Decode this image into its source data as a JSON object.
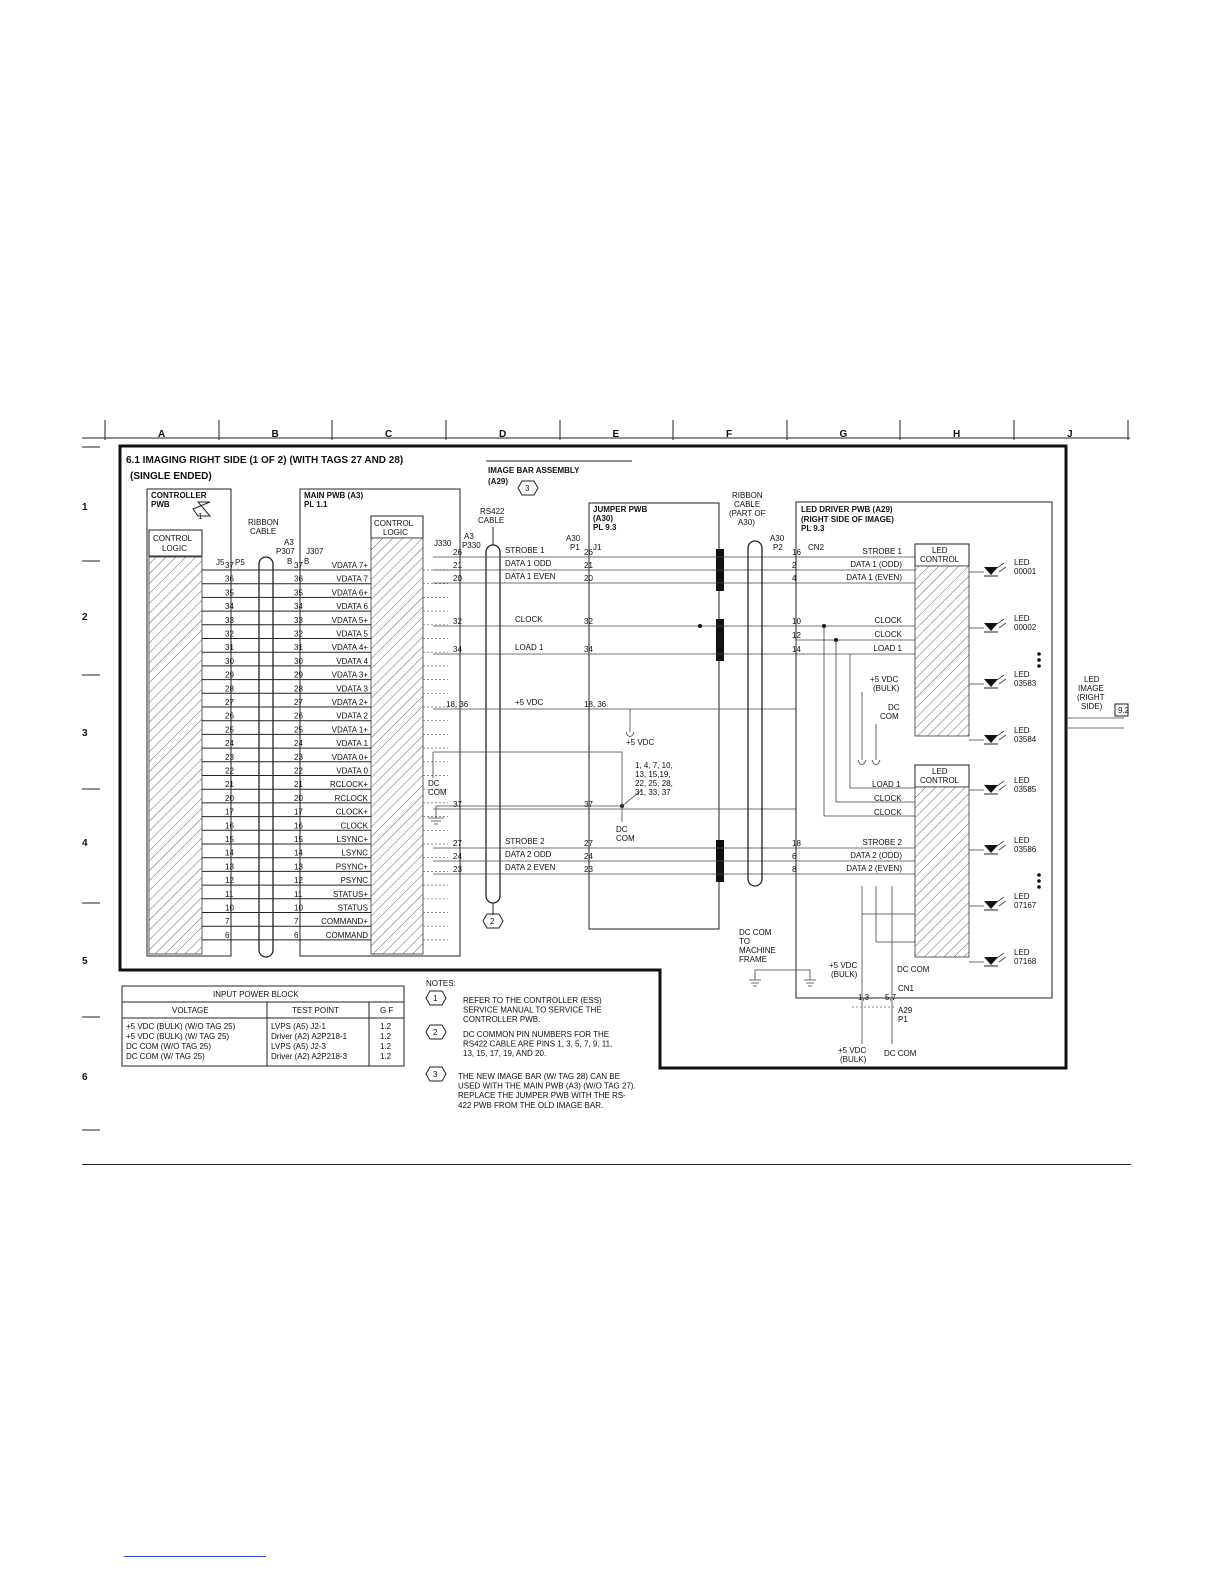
{
  "title": {
    "line1": "6.1 IMAGING RIGHT SIDE (1 OF 2) (WITH TAGS 27 AND 28)",
    "line2": "(SINGLE ENDED)"
  },
  "grid": {
    "columns": [
      "A",
      "B",
      "C",
      "D",
      "E",
      "F",
      "G",
      "H",
      "J"
    ],
    "rows": [
      "1",
      "2",
      "3",
      "4",
      "5",
      "6"
    ]
  },
  "controller": {
    "title1": "CONTROLLER",
    "title2": "PWB",
    "callout": "1",
    "logic1": "CONTROL",
    "logic2": "LOGIC",
    "j5": "J5",
    "p5": "P5"
  },
  "ribbon1": {
    "line1": "RIBBON",
    "line2": "CABLE",
    "a3": "A3",
    "p307": "P307",
    "b1": "B",
    "b2": "B",
    "j307": "J307"
  },
  "main_pwb": {
    "title1": "MAIN PWB (A3)",
    "title2": "PL 1.1",
    "logic1": "CONTROL",
    "logic2": "LOGIC",
    "j330": "J330",
    "a3": "A3",
    "p330": "P330"
  },
  "signals": [
    {
      "pin": "37",
      "name": "VDATA 7+"
    },
    {
      "pin": "36",
      "name": "VDATA 7"
    },
    {
      "pin": "35",
      "name": "VDATA 6+"
    },
    {
      "pin": "34",
      "name": "VDATA 6"
    },
    {
      "pin": "33",
      "name": "VDATA 5+"
    },
    {
      "pin": "32",
      "name": "VDATA 5"
    },
    {
      "pin": "31",
      "name": "VDATA 4+"
    },
    {
      "pin": "30",
      "name": "VDATA 4"
    },
    {
      "pin": "29",
      "name": "VDATA 3+"
    },
    {
      "pin": "28",
      "name": "VDATA 3"
    },
    {
      "pin": "27",
      "name": "VDATA 2+"
    },
    {
      "pin": "26",
      "name": "VDATA 2"
    },
    {
      "pin": "25",
      "name": "VDATA 1+"
    },
    {
      "pin": "24",
      "name": "VDATA 1"
    },
    {
      "pin": "23",
      "name": "VDATA 0+"
    },
    {
      "pin": "22",
      "name": "VDATA 0"
    },
    {
      "pin": "21",
      "name": "RCLOCK+"
    },
    {
      "pin": "20",
      "name": "RCLOCK"
    },
    {
      "pin": "17",
      "name": "CLOCK+"
    },
    {
      "pin": "16",
      "name": "CLOCK"
    },
    {
      "pin": "15",
      "name": "LSYNC+"
    },
    {
      "pin": "14",
      "name": "LSYNC"
    },
    {
      "pin": "13",
      "name": "PSYNC+"
    },
    {
      "pin": "12",
      "name": "PSYNC"
    },
    {
      "pin": "11",
      "name": "STATUS+"
    },
    {
      "pin": "10",
      "name": "STATUS"
    },
    {
      "pin": "7",
      "name": "COMMAND+"
    },
    {
      "pin": "6",
      "name": "COMMAND"
    }
  ],
  "image_bar": {
    "title1": "IMAGE BAR ASSEMBLY",
    "title2": "(A29)",
    "callout": "3"
  },
  "rs422": {
    "line1": "RS422",
    "line2": "CABLE",
    "callout": "2"
  },
  "jumper_pwb": {
    "title1": "JUMPER PWB",
    "title2": "(A30)",
    "title3": "PL 9.3",
    "a30": "A30",
    "p1": "P1",
    "j1": "J1"
  },
  "mid_signals": [
    {
      "left_pin": "26",
      "label": "STROBE 1",
      "right_pin": "26"
    },
    {
      "left_pin": "21",
      "label": "DATA 1 ODD",
      "right_pin": "21"
    },
    {
      "left_pin": "20",
      "label": "DATA 1 EVEN",
      "right_pin": "20"
    },
    {
      "left_pin": "32",
      "label": "CLOCK",
      "right_pin": "32"
    },
    {
      "left_pin": "34",
      "label": "LOAD 1",
      "right_pin": "34"
    },
    {
      "left_pin": "18, 36",
      "label": "+5 VDC",
      "right_pin": "18, 36"
    },
    {
      "left_pin": "37",
      "label": "",
      "right_pin": "37"
    },
    {
      "left_pin": "27",
      "label": "STROBE 2",
      "right_pin": "27"
    },
    {
      "left_pin": "24",
      "label": "DATA 2 ODD",
      "right_pin": "24"
    },
    {
      "left_pin": "23",
      "label": "DATA 2 EVEN",
      "right_pin": "23"
    }
  ],
  "plus5_label": "+5 VDC",
  "dc_com_1": {
    "line1": "DC",
    "line2": "COM"
  },
  "dc_com_2": {
    "line1": "DC",
    "line2": "COM"
  },
  "dc_pins": {
    "line1": "1, 4, 7, 10,",
    "line2": "13, 15,19,",
    "line3": "22, 25, 28,",
    "line4": "31, 33, 37"
  },
  "ribbon2": {
    "line1": "RIBBON",
    "line2": "CABLE",
    "line3": "(PART OF",
    "line4": "A30)",
    "a30": "A30",
    "p2": "P2"
  },
  "led_driver": {
    "title1": "LED DRIVER PWB (A29)",
    "title2": "(RIGHT SIDE OF IMAGE)",
    "title3": "PL 9.3",
    "cn2": "CN2"
  },
  "right_signals": [
    {
      "pin": "16",
      "label": "STROBE 1"
    },
    {
      "pin": "2",
      "label": "DATA 1 (ODD)"
    },
    {
      "pin": "4",
      "label": "DATA 1 (EVEN)"
    },
    {
      "pin": "10",
      "label": "CLOCK"
    },
    {
      "pin": "12",
      "label": "CLOCK"
    },
    {
      "pin": "14",
      "label": "LOAD 1"
    },
    {
      "pin": "18",
      "label": "STROBE 2"
    },
    {
      "pin": "6",
      "label": "DATA 2 (ODD)"
    },
    {
      "pin": "8",
      "label": "DATA 2 (EVEN)"
    }
  ],
  "led_block2_labels": [
    "LOAD 1",
    "CLOCK",
    "CLOCK"
  ],
  "led_control": {
    "line1": "LED",
    "line2": "CONTROL"
  },
  "bulk_label": {
    "line1": "+5 VDC",
    "line2": "(BULK)"
  },
  "dccom_inner": {
    "line1": "DC",
    "line2": "COM"
  },
  "leds": [
    {
      "line1": "LED",
      "line2": "00001"
    },
    {
      "line1": "LED",
      "line2": "00002"
    },
    {
      "line1": "LED",
      "line2": "03583"
    },
    {
      "line1": "LED",
      "line2": "03584"
    },
    {
      "line1": "LED",
      "line2": "03585"
    },
    {
      "line1": "LED",
      "line2": "03586"
    },
    {
      "line1": "LED",
      "line2": "07167"
    },
    {
      "line1": "LED",
      "line2": "07168"
    }
  ],
  "led_image": {
    "line1": "LED",
    "line2": "IMAGE",
    "line3": "(RIGHT",
    "line4": "SIDE)",
    "ref": "9.2"
  },
  "machine_frame": {
    "line1": "DC COM",
    "line2": "TO",
    "line3": "MACHINE",
    "line4": "FRAME"
  },
  "cn1": {
    "bulk1": "+5 VDC",
    "bulk2": "(BULK)",
    "dccom": "DC COM",
    "cn1": "CN1",
    "pins_left": "1,3",
    "pins_right": "5,7",
    "a29": "A29",
    "p1": "P1",
    "bottom_bulk1": "+5 VDC",
    "bottom_bulk2": "(BULK)",
    "bottom_dccom": "DC COM"
  },
  "power_table": {
    "title": "INPUT POWER BLOCK",
    "headers": [
      "VOLTAGE",
      "TEST POINT",
      "G F"
    ],
    "rows": [
      [
        "+5 VDC (BULK) (W/O TAG 25)",
        "LVPS (A5) J2-1",
        "1.2"
      ],
      [
        "+5 VDC (BULK) (W/ TAG 25)",
        "Driver (A2) A2P218-1",
        "1.2"
      ],
      [
        "DC COM (W/O TAG 25)",
        "LVPS (A5) J2-3",
        "1.2"
      ],
      [
        "DC COM (W/ TAG 25)",
        "Driver (A2) A2P218-3",
        "1.2"
      ]
    ]
  },
  "notes": {
    "header": "NOTES:",
    "items": [
      {
        "num": "1",
        "lines": [
          "REFER TO THE CONTROLLER (ESS)",
          "SERVICE MANUAL TO SERVICE THE",
          "CONTROLLER PWB."
        ]
      },
      {
        "num": "2",
        "lines": [
          "DC COMMON PIN NUMBERS FOR THE",
          "RS422 CABLE ARE PINS 1, 3, 5, 7, 9, 11,",
          "13, 15, 17, 19, AND 20."
        ]
      },
      {
        "num": "3",
        "lines": [
          "THE NEW IMAGE BAR (W/ TAG 28) CAN BE",
          "USED WITH THE MAIN PWB (A3) (W/O TAG 27).",
          "REPLACE THE JUMPER PWB WITH THE RS-",
          "422 PWB FROM THE OLD IMAGE BAR."
        ]
      }
    ]
  }
}
